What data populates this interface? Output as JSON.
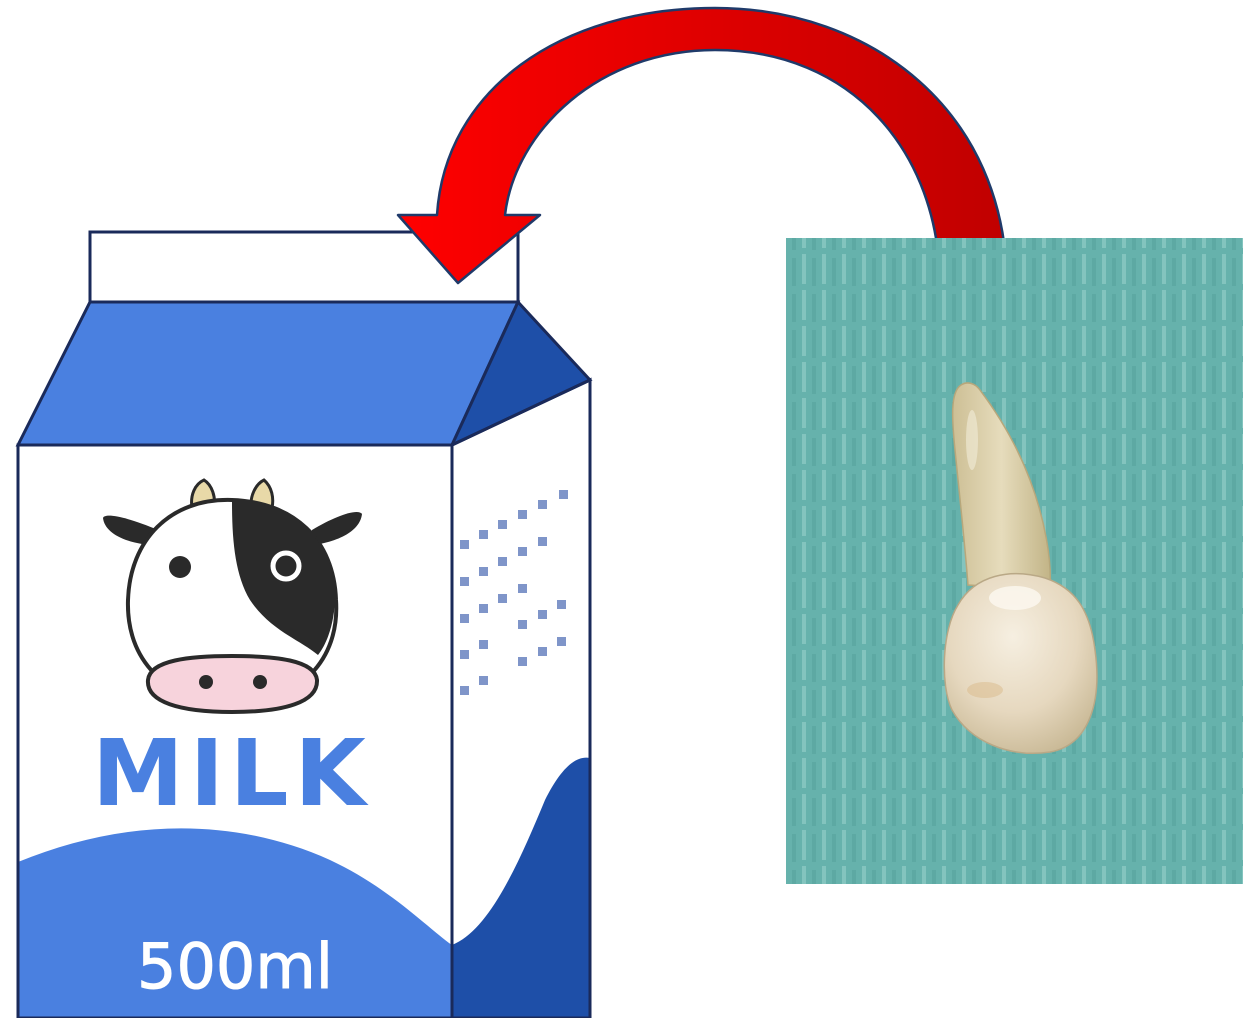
{
  "carton": {
    "brand_text": "MILK",
    "volume_text": "500ml",
    "colors": {
      "front_blue": "#4a80e0",
      "side_blue": "#1e4fa8",
      "text_blue": "#4a80e0",
      "dots": "#7f95c9",
      "white": "#ffffff",
      "outline": "#1a2a5a"
    }
  },
  "cow_face": {
    "colors": {
      "black_patch": "#2a2a2a",
      "nose": "#f7d3dc",
      "horn": "#e8d9a8"
    }
  },
  "arrow": {
    "direction": "from-tooth-to-carton",
    "colors": {
      "light": "#ff0000",
      "dark": "#c00000",
      "outline": "#1f3a6a"
    }
  },
  "tooth_photo": {
    "subject": "extracted-tooth",
    "colors": {
      "background": "#66b2ad",
      "crown": "#e9ddc7",
      "root": "#dcd0a8"
    }
  }
}
